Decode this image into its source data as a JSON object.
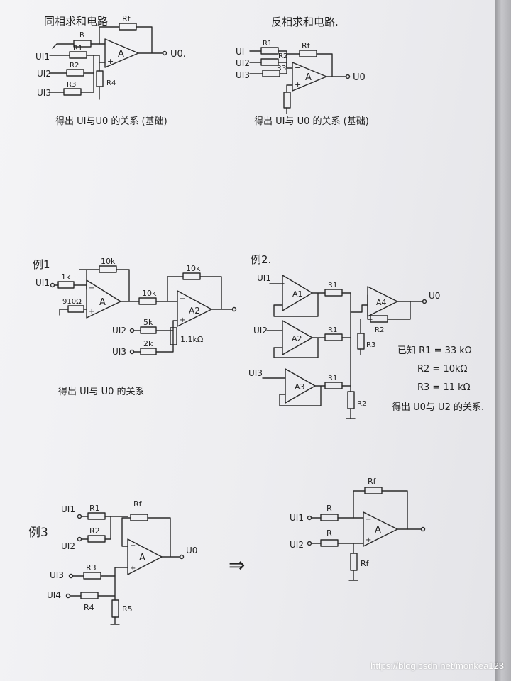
{
  "section1": {
    "title": "同相求和电路",
    "caption": "得出 UI与U0 的关系 (基础)",
    "labels": {
      "rf": "Rf",
      "r": "R",
      "r1": "R1",
      "r2": "R2",
      "r3": "R3",
      "r4": "R4",
      "a": "A",
      "ui1": "UI1",
      "ui2": "UI2",
      "ui3": "UI3",
      "uo": "U0."
    }
  },
  "section2": {
    "title": "反相求和电路.",
    "caption": "得出 UI与 U0 的关系 (基础)",
    "labels": {
      "rf": "Rf",
      "r1": "R1",
      "r2": "R2",
      "r3": "R3",
      "a": "A",
      "ui1": "UI",
      "ui2": "UI2",
      "ui3": "UI3",
      "uo": "U0"
    }
  },
  "example1": {
    "title": "例1",
    "caption": "得出 UI与 U0 的关系",
    "labels": {
      "r1": "1k",
      "r2": "910Ω",
      "rf1": "10k",
      "a1": "A",
      "r3": "10k",
      "rf2": "10k",
      "r4": "5k",
      "r5": "2k",
      "r6": "1.1kΩ",
      "a2": "A2",
      "ui1": "UI1",
      "ui2": "UI2",
      "ui3": "UI3"
    }
  },
  "example2": {
    "title": "例2.",
    "labels": {
      "ui1": "UI1",
      "ui2": "UI2",
      "ui3": "UI3",
      "a1": "A1",
      "a2": "A2",
      "a3": "A3",
      "a4": "A4",
      "r1a": "R1",
      "r1b": "R1",
      "r1c": "R1",
      "r2a": "R2",
      "r2b": "R2",
      "r3": "R3",
      "uo": "U0"
    },
    "given": [
      "已知 R1 = 33 kΩ",
      "R2 = 10kΩ",
      "R3 = 11 kΩ",
      "得出 U0与 U2 的关系."
    ]
  },
  "example3": {
    "title": "例3",
    "labels": {
      "ui1": "UI1",
      "ui2": "UI2",
      "ui3": "UI3",
      "ui4": "UI4",
      "r1": "R1",
      "r2": "R2",
      "r3": "R3",
      "r4": "R4",
      "r5": "R5",
      "rf": "Rf",
      "a": "A",
      "uo": "U0"
    },
    "arrow": "⇒",
    "equiv": {
      "r1": "R",
      "r2": "R",
      "rf1": "Rf",
      "rf2": "Rf",
      "a": "A",
      "ui1": "UI1",
      "ui2": "UI2"
    }
  },
  "watermark": "https://blog.csdn.net/monkea123"
}
